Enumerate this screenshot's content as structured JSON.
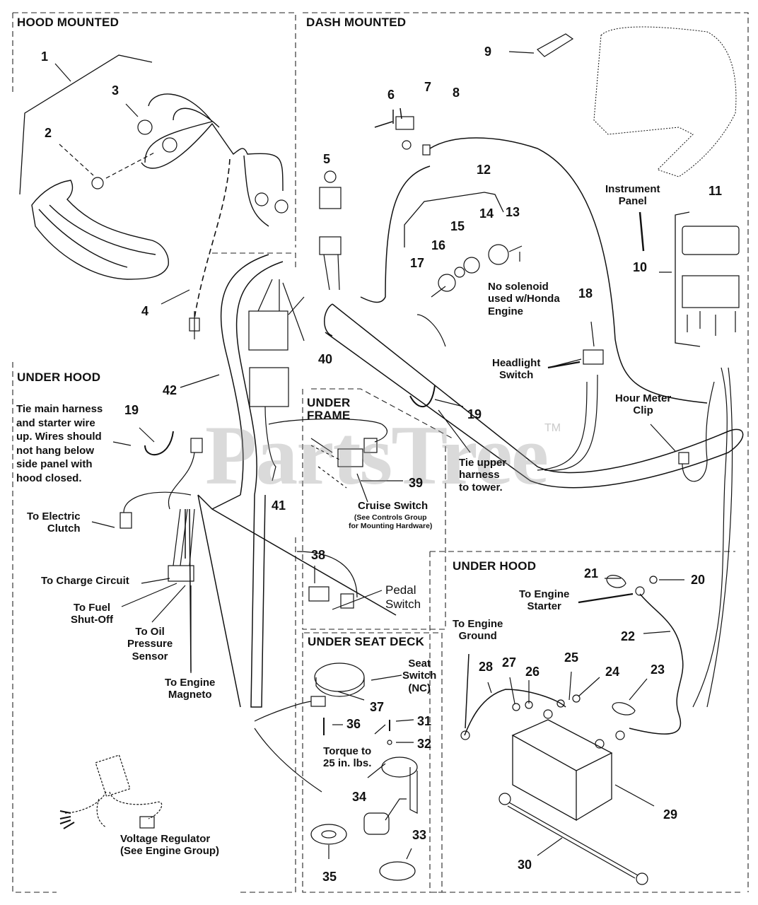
{
  "diagram": {
    "watermark": "PartsTree",
    "trademark": "TM",
    "sections": {
      "hood_mounted": "HOOD MOUNTED",
      "dash_mounted": "DASH MOUNTED",
      "under_hood_left": "UNDER HOOD",
      "under_frame": "UNDER\nFRAME",
      "under_hood_right": "UNDER HOOD",
      "under_seat_deck": "UNDER SEAT DECK"
    },
    "callouts": {
      "c1": "1",
      "c2": "2",
      "c3": "3",
      "c4": "4",
      "c5": "5",
      "c6": "6",
      "c7": "7",
      "c8": "8",
      "c9": "9",
      "c10": "10",
      "c11": "11",
      "c12": "12",
      "c13": "13",
      "c14": "14",
      "c15": "15",
      "c16": "16",
      "c17": "17",
      "c18": "18",
      "c19a": "19",
      "c19b": "19",
      "c20": "20",
      "c21": "21",
      "c22": "22",
      "c23": "23",
      "c24": "24",
      "c25": "25",
      "c26": "26",
      "c27": "27",
      "c28": "28",
      "c29": "29",
      "c30": "30",
      "c31": "31",
      "c32": "32",
      "c33": "33",
      "c34": "34",
      "c35": "35",
      "c36": "36",
      "c37": "37",
      "c38": "38",
      "c39": "39",
      "c40": "40",
      "c41": "41",
      "c42": "42"
    },
    "notes": {
      "instrument_panel": "Instrument\nPanel",
      "no_solenoid": "No solenoid\nused w/Honda\nEngine",
      "headlight_switch": "Headlight\nSwitch",
      "hour_meter_clip": "Hour Meter\nClip",
      "tie_main_harness": "Tie main harness\nand starter wire\nup. Wires should\nnot hang below\nside panel with\nhood closed.",
      "tie_upper_harness": "Tie upper\nharness\nto tower.",
      "cruise_switch": "Cruise Switch",
      "cruise_switch_sub": "(See Controls Group\nfor Mounting Hardware)",
      "pedal_switch": "Pedal\nSwitch",
      "to_electric_clutch": "To Electric\nClutch",
      "to_charge_circuit": "To Charge Circuit",
      "to_fuel_shutoff": "To Fuel\nShut-Off",
      "to_oil_pressure": "To Oil\nPressure\nSensor",
      "to_engine_magneto": "To Engine\nMagneto",
      "to_engine_starter": "To Engine\nStarter",
      "to_engine_ground": "To Engine\nGround",
      "seat_switch": "Seat\nSwitch\n(NC)",
      "torque": "Torque to\n25 in. lbs.",
      "voltage_regulator": "Voltage Regulator\n(See Engine Group)"
    }
  }
}
